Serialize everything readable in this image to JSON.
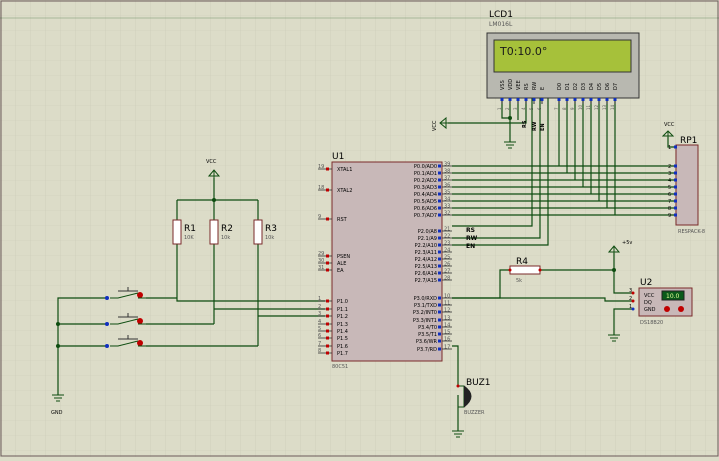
{
  "colors": {
    "background": "#dcdcc8",
    "grid": "#c9c9b6",
    "wire": "#0e4d10",
    "chip_fill": "#c8b8b8",
    "chip_stroke": "#7a2a2a",
    "lcd_screen": "#a6c13a",
    "pin_red": "#c00000",
    "pin_blue": "#1030c0",
    "label": "#000000",
    "small_label": "#555555"
  },
  "lcd": {
    "ref": "LCD1",
    "part": "LM016L",
    "display_text": "T0:10.0°",
    "pins": [
      "VSS",
      "VDD",
      "VEE",
      "RS",
      "RW",
      "E",
      "D0",
      "D1",
      "D2",
      "D3",
      "D4",
      "D5",
      "D6",
      "D7"
    ],
    "pin_numbers": [
      "1",
      "2",
      "3",
      "4",
      "5",
      "6",
      "7",
      "8",
      "9",
      "10",
      "11",
      "12",
      "13",
      "14"
    ]
  },
  "mcu": {
    "ref": "U1",
    "part": "80C51",
    "left_pins": [
      {
        "num": "19",
        "name": "XTAL1"
      },
      {
        "num": "18",
        "name": "XTAL2"
      },
      {
        "num": "9",
        "name": "RST"
      },
      {
        "num": "29",
        "name": "PSEN"
      },
      {
        "num": "30",
        "name": "ALE"
      },
      {
        "num": "31",
        "name": "EA"
      },
      {
        "num": "1",
        "name": "P1.0"
      },
      {
        "num": "2",
        "name": "P1.1"
      },
      {
        "num": "3",
        "name": "P1.2"
      },
      {
        "num": "4",
        "name": "P1.3"
      },
      {
        "num": "5",
        "name": "P1.4"
      },
      {
        "num": "6",
        "name": "P1.5"
      },
      {
        "num": "7",
        "name": "P1.6"
      },
      {
        "num": "8",
        "name": "P1.7"
      }
    ],
    "right_pins": [
      {
        "num": "39",
        "name": "P0.0/AD0"
      },
      {
        "num": "38",
        "name": "P0.1/AD1"
      },
      {
        "num": "37",
        "name": "P0.2/AD2"
      },
      {
        "num": "36",
        "name": "P0.3/AD3"
      },
      {
        "num": "35",
        "name": "P0.4/AD4"
      },
      {
        "num": "34",
        "name": "P0.5/AD5"
      },
      {
        "num": "33",
        "name": "P0.6/AD6"
      },
      {
        "num": "32",
        "name": "P0.7/AD7"
      },
      {
        "num": "21",
        "name": "P2.0/A8"
      },
      {
        "num": "22",
        "name": "P2.1/A9"
      },
      {
        "num": "23",
        "name": "P2.2/A10"
      },
      {
        "num": "24",
        "name": "P2.3/A11"
      },
      {
        "num": "25",
        "name": "P2.4/A12"
      },
      {
        "num": "26",
        "name": "P2.5/A13"
      },
      {
        "num": "27",
        "name": "P2.6/A14"
      },
      {
        "num": "28",
        "name": "P2.7/A15"
      },
      {
        "num": "10",
        "name": "P3.0/RXD"
      },
      {
        "num": "11",
        "name": "P3.1/TXD"
      },
      {
        "num": "12",
        "name": "P3.2/INT0"
      },
      {
        "num": "13",
        "name": "P3.3/INT1"
      },
      {
        "num": "14",
        "name": "P3.4/T0"
      },
      {
        "num": "15",
        "name": "P3.5/T1"
      },
      {
        "num": "16",
        "name": "P3.6/WR"
      },
      {
        "num": "17",
        "name": "P3.7/RD"
      }
    ]
  },
  "net_labels": {
    "rs": "RS",
    "rw": "RW",
    "en": "EN"
  },
  "resistors": [
    {
      "ref": "R1",
      "value": "10K"
    },
    {
      "ref": "R2",
      "value": "10k"
    },
    {
      "ref": "R3",
      "value": "10k"
    },
    {
      "ref": "R4",
      "value": "5k"
    }
  ],
  "rpack": {
    "ref": "RP1",
    "part": "RESPACK-8",
    "pins": [
      "1",
      "2",
      "3",
      "4",
      "5",
      "6",
      "7",
      "8",
      "9"
    ]
  },
  "sensor": {
    "ref": "U2",
    "part": "DS18B20",
    "pins": [
      "VCC",
      "DQ",
      "GND"
    ],
    "pin_numbers": [
      "3",
      "2",
      "1"
    ],
    "reading": "10.0"
  },
  "buzzer": {
    "ref": "BUZ1",
    "part": "BUZZER"
  },
  "power": {
    "vcc": "VCC",
    "plus5v": "+5v",
    "gnd": "GND"
  }
}
